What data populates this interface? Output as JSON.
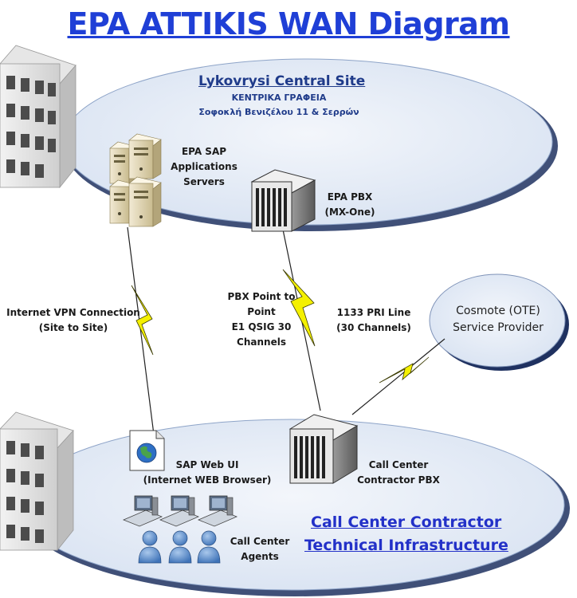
{
  "title": "EPA ATTIKIS WAN Diagram",
  "central_site": {
    "name": "Lykovrysi Central Site",
    "subtitle": "ΚΕΝΤΡΙΚΑ ΓΡΑΦΕΙΑ",
    "address": "Σοφοκλή Βενιζέλου 11 & Σερρών"
  },
  "nodes": {
    "sap_servers": [
      "EPA SAP",
      "Applications",
      "Servers"
    ],
    "epa_pbx": [
      "EPA PBX",
      "(MX-One)"
    ],
    "provider": [
      "Cosmote (OTE)",
      "Service Provider"
    ],
    "sap_web_ui": [
      "SAP Web UI",
      "(Internet WEB Browser)"
    ],
    "cc_pbx": [
      "Call Center",
      "Contractor PBX"
    ],
    "agents": [
      "Call Center",
      "Agents"
    ]
  },
  "links": {
    "vpn": [
      "Internet VPN Connection",
      "(Site to Site)"
    ],
    "pbx_p2p": [
      "PBX Point to",
      "Point",
      "E1 QSIG 30",
      "Channels"
    ],
    "pri": [
      "1133 PRI Line",
      "(30 Channels)"
    ]
  },
  "call_center_site": {
    "name_line1": "Call Center Contractor",
    "name_line2": "Technical Infrastructure"
  }
}
